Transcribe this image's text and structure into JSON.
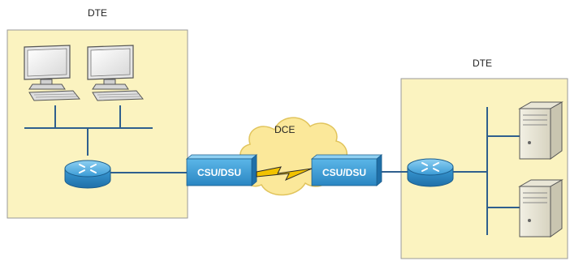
{
  "labels": {
    "dte_left": "DTE",
    "dte_right": "DTE",
    "dce": "DCE",
    "csu_left": "CSU/DSU",
    "csu_right": "CSU/DSU"
  },
  "colors": {
    "site_fill": "#fbf3c0",
    "site_border": "#9a9a9a",
    "link": "#2f5f8e",
    "device_blue": "#3a9bd6",
    "cloud": "#fbe89a",
    "lightning": "#f2c200"
  },
  "icons": {
    "workstation": "desktop-computer-icon",
    "router": "router-icon",
    "server": "server-tower-icon",
    "wan_link": "lightning-bolt-icon",
    "cloud": "cloud-icon"
  }
}
